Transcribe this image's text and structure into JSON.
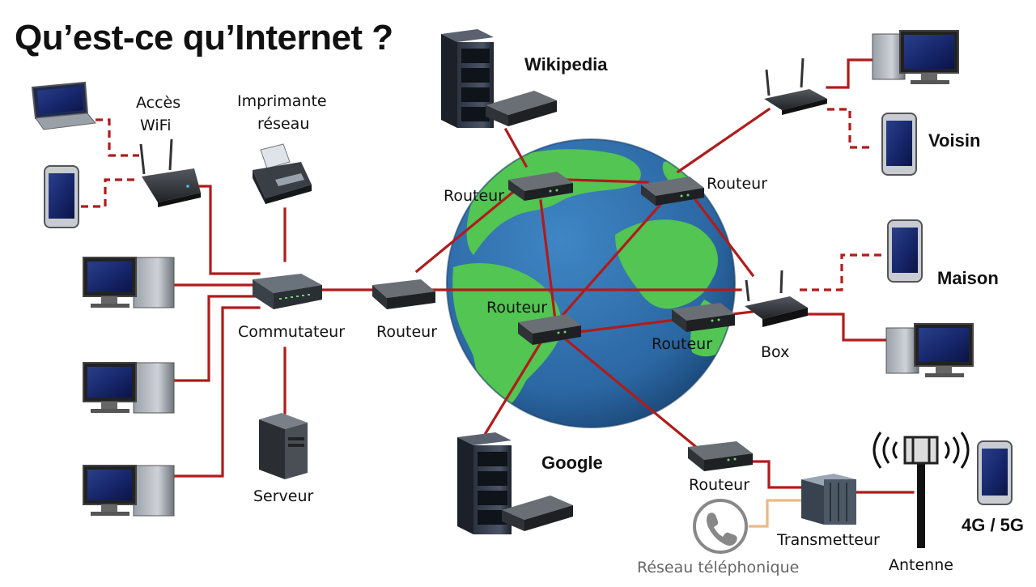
{
  "title": "Qu’est-ce qu’Internet ?",
  "colors": {
    "link": "#b01c1c",
    "phone_link": "#e8b98a",
    "ocean": "#2e6fae",
    "land": "#4fc24f"
  },
  "labels": {
    "wifi_line1": "Accès",
    "wifi_line2": "WiFi",
    "printer_line1": "Imprimante",
    "printer_line2": "réseau",
    "switch": "Commutateur",
    "server": "Serveur",
    "router_left": "Routeur",
    "router_top_left": "Routeur",
    "router_top_right": "Routeur",
    "router_center": "Routeur",
    "router_center_right": "Routeur",
    "router_bottom": "Routeur",
    "box": "Box",
    "transmitter": "Transmetteur",
    "antenna": "Antenne",
    "phone_network": "Réseau téléphonique"
  },
  "sites": {
    "wikipedia": "Wikipedia",
    "google": "Google",
    "neighbor": "Voisin",
    "home": "Maison",
    "mobile": "4G / 5G"
  },
  "icons": [
    "laptop-icon",
    "smartphone-icon",
    "wifi-router-icon",
    "printer-icon",
    "desktop-computer-icon",
    "network-switch-icon",
    "server-tower-icon",
    "router-icon",
    "globe-icon",
    "server-rack-icon",
    "transmitter-icon",
    "cell-antenna-icon",
    "telephone-icon"
  ]
}
